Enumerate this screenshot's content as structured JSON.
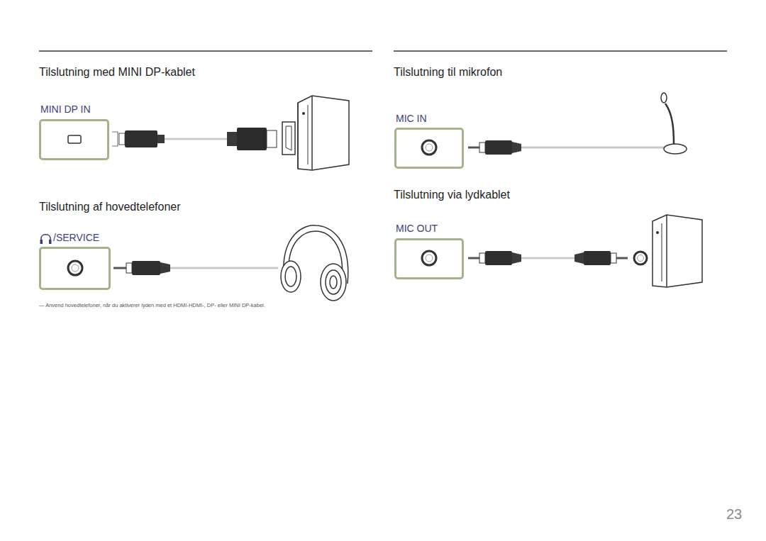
{
  "diagram": {
    "nodes": [
      {
        "text": [
          "MINI DP IN"
        ]
      },
      {
        "text": [
          "/SERVICE"
        ]
      },
      {
        "text": [
          "MIC IN"
        ]
      },
      {
        "text": [
          "MIC OUT"
        ]
      }
    ],
    "labels": [
      "Tilslutning med MINI DP-kablet",
      "Tilslutning af hovedtelefoner",
      "Tilslutning til mikrofon",
      "Tilslutning via lydkablet",
      "― Anvend hovedtelefoner, når du aktiverer lyden med et HDMI-HDMI-, DP- eller MINI DP-kabel.",
      "23"
    ]
  }
}
